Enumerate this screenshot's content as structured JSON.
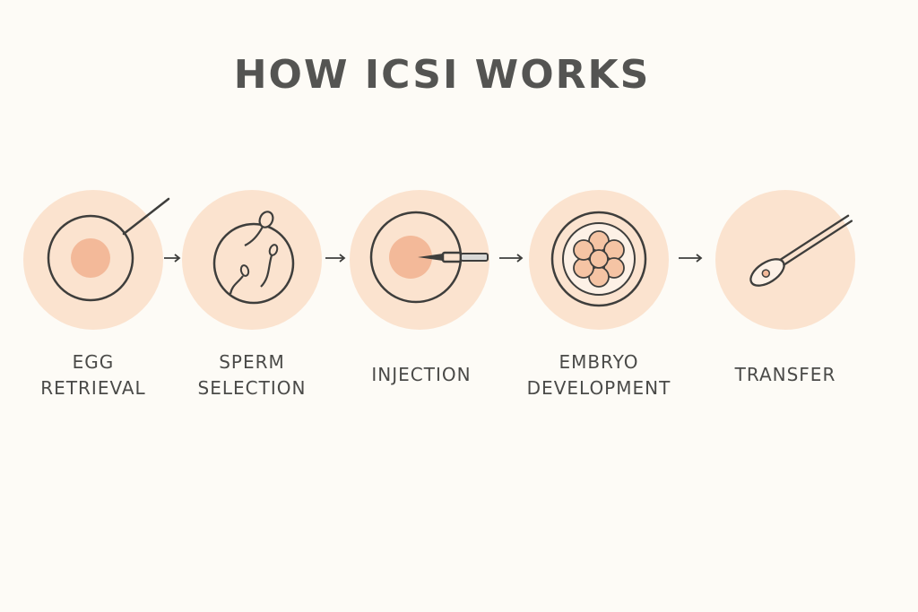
{
  "title": "HOW ICSI WORKS",
  "colors": {
    "background": "#fdfbf6",
    "circle_fill": "#fbe3cf",
    "accent": "#f3b999",
    "line": "#3e3e3c",
    "text": "#4a4a48"
  },
  "steps": [
    {
      "icon": "egg-retrieval-icon",
      "label_lines": [
        "EGG",
        "RETRIEVAL"
      ]
    },
    {
      "icon": "sperm-selection-icon",
      "label_lines": [
        "SPERM",
        "SELECTION"
      ]
    },
    {
      "icon": "injection-icon",
      "label_lines": [
        "INJECTION"
      ]
    },
    {
      "icon": "embryo-development-icon",
      "label_lines": [
        "EMBRYO",
        "DEVELOPMENT"
      ]
    },
    {
      "icon": "transfer-icon",
      "label_lines": [
        "TRANSFER"
      ]
    }
  ]
}
